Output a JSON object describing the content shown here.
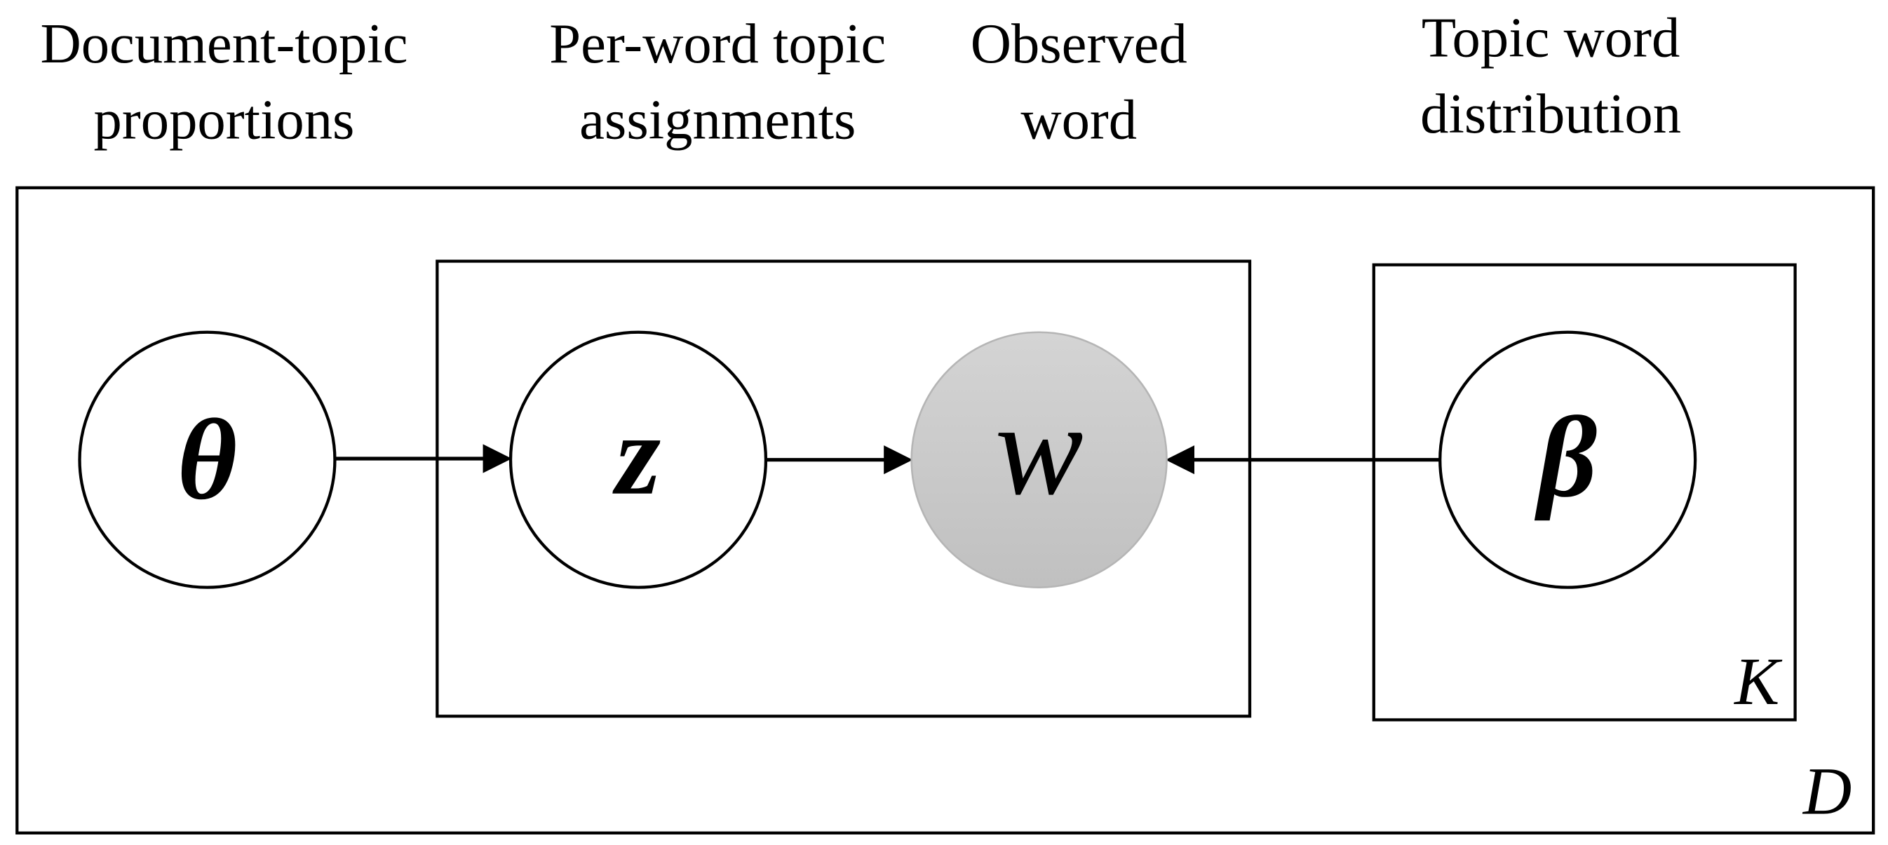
{
  "labels": {
    "doc_topic_line1": "Document-topic",
    "doc_topic_line2": "proportions",
    "per_word_line1": "Per-word  topic",
    "per_word_line2": "assignments",
    "observed_line1": "Observed",
    "observed_line2": "word",
    "topic_word_line1": "Topic word",
    "topic_word_line2": "distribution"
  },
  "nodes": {
    "theta": "θ",
    "z": "z",
    "w": "w",
    "beta": "β"
  },
  "plates": {
    "documents": "D",
    "topics": "K"
  },
  "colors": {
    "observed_fill_top": "#d4d4d4",
    "observed_fill_bottom": "#c0c0c0"
  }
}
